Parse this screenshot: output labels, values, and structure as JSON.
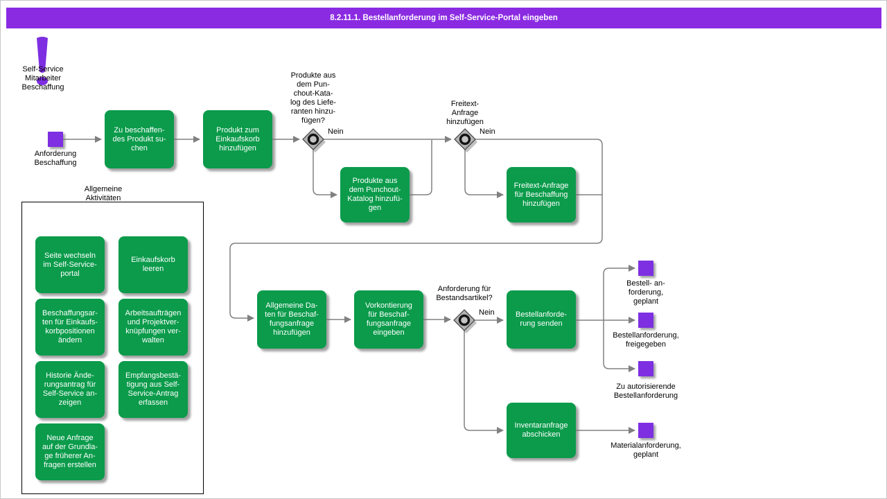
{
  "title": "8.2.11.1. Bestellanforderung im Self-Service-Portal eingeben",
  "colors": {
    "title_bar_purple": "#8a2be2",
    "event_purple": "#7e2fe2",
    "task_green": "#0b9b4b",
    "connector_gray": "#808080"
  },
  "annotation": {
    "icon": "exclamation-icon",
    "label": "Self-Service\nMitarbeiter\nBeschaffung"
  },
  "events": {
    "start": "Anforderung\nBeschaffung",
    "planned": "Bestell- an-\nforderung,\ngeplant",
    "released": "Bestellanforderung,\nfreigegeben",
    "authorize": "Zu autorisierende\nBestellanforderung",
    "material": "Materialanforderung,\ngeplant"
  },
  "tasks": {
    "search": "Zu beschaffen-\ndes Produkt su-\nchen",
    "add_cart": "Produkt zum\nEinkaufskorb\nhinzufügen",
    "punchout_add": "Produkte aus\ndem Punchout-\nKatalog hinzufü-\ngen",
    "freitext_add": "Freitext-Anfrage\nfür Beschaffung\nhinzufügen",
    "general_data": "Allgemeine Da-\nten für Beschaf-\nfungsanfrage\nhinzufügen",
    "vorkontierung": "Vorkontierung\nfür Beschaf-\nfungsanfrage\neingeben",
    "send_req": "Bestellanforde-\nrung senden",
    "inventory": "Inventaranfrage\nabschicken"
  },
  "gateways": {
    "punchout": {
      "icon": "gateway-circle-icon",
      "question": "Produkte aus\ndem Pun-\nchout-Kata-\nlog des Liefe-\nranten hinzu-\nfügen?",
      "no_label": "Nein"
    },
    "freitext": {
      "icon": "gateway-circle-icon",
      "question": "Freitext-\nAnfrage\nhinzufügen",
      "no_label": "Nein"
    },
    "bestand": {
      "icon": "gateway-circle-icon",
      "question": "Anforderung für\nBestandsartikel?",
      "no_label": "Nein"
    }
  },
  "panel": {
    "title": "Allgemeine\nAktivitäten",
    "items": [
      "Seite wechseln\nim Self-Service-\nportal",
      "Einkaufskorb\nleeren",
      "Beschaffungsar-\nten für Einkaufs-\nkorbpositionen\nändern",
      "Arbeitsaufträgen\nund Projektver-\nknüpfungen ver-\nwalten",
      "Historie Ände-\nrungsantrag für\nSelf-Service an-\nzeigen",
      "Empfangsbestä-\ntigung aus Self-\nService-Antrag\nerfassen",
      "Neue Anfrage\nauf der Grundla-\nge früherer An-\nfragen erstellen"
    ]
  }
}
